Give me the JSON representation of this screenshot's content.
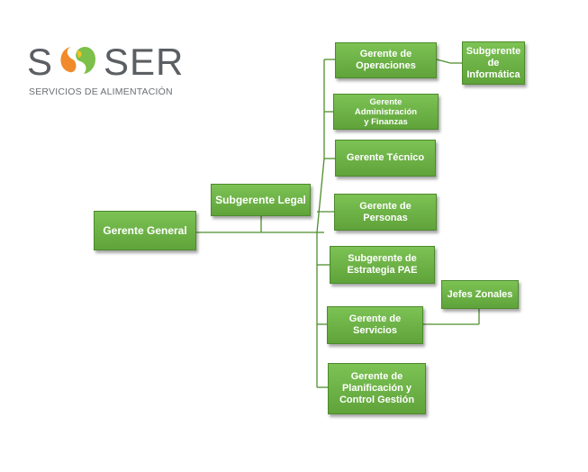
{
  "logo": {
    "wordmark_left": "S",
    "wordmark_right": "SER",
    "subtitle": "SERVICIOS DE ALIMENTACIÓN",
    "colors": {
      "gray": "#5b5f63",
      "orange": "#f08a2a",
      "yellow": "#f5c321",
      "green": "#7cc04b"
    }
  },
  "colors": {
    "box_top": "#7cc254",
    "box_bottom": "#5fa33a",
    "line": "#4f8f2d",
    "text": "#ffffff"
  },
  "org": {
    "gerente_general": "Gerente General",
    "subgerente_legal": "Subgerente   Legal",
    "gerente_operaciones": "Gerente  de\nOperaciones",
    "subgerente_informatica": "Subgerente\nde\nInformática",
    "gerente_administracion": "Gerente  Administración\ny Finanzas",
    "gerente_tecnico": "Gerente Técnico",
    "gerente_personas": "Gerente  de  Personas",
    "subgerente_estrategia": "Subgerente  de\nEstrategia  PAE",
    "jefes_zonales": "Jefes  Zonales",
    "gerente_servicios": "Gerente  de\nServicios",
    "gerente_planificacion": "Gerente  de\nPlanificación  y\nControl  Gestión"
  }
}
